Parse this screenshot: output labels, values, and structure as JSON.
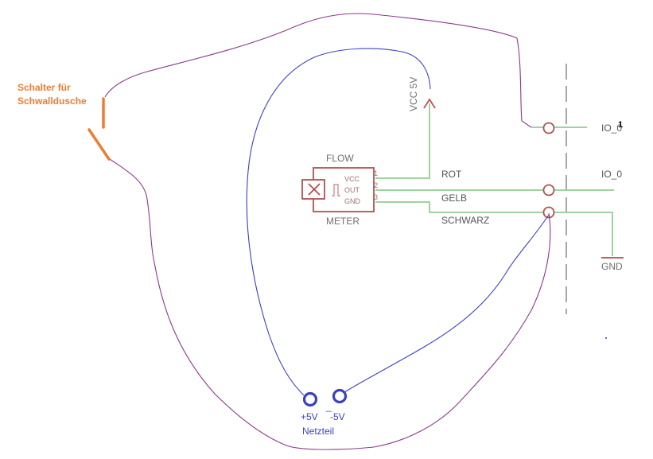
{
  "annotation": {
    "switch_label_line1": "Schalter für",
    "switch_label_line2": "Schwalldusche",
    "color": "#ed7d31"
  },
  "flow_meter": {
    "title_top": "FLOW",
    "title_bottom": "METER",
    "pins": [
      {
        "number": "1",
        "name": "VCC"
      },
      {
        "number": "2",
        "name": "OUT"
      },
      {
        "number": "3",
        "name": "GND"
      }
    ],
    "color": "#b05050"
  },
  "nets": {
    "vcc_label": "VCC 5V",
    "wire_rot": "ROT",
    "wire_gelb": "GELB",
    "wire_schwarz": "SCHWARZ",
    "io_upper": "IO_0",
    "io_main": "IO_0",
    "gnd": "GND",
    "wire_color": "#9fd29f"
  },
  "power_supply": {
    "plus": "+5V",
    "minus": "-5V",
    "name": "Netzteil",
    "separator": "_",
    "color": "#3b3fc4"
  },
  "overlay_marker": "1",
  "hand_wire_color": "#8b3a8b"
}
